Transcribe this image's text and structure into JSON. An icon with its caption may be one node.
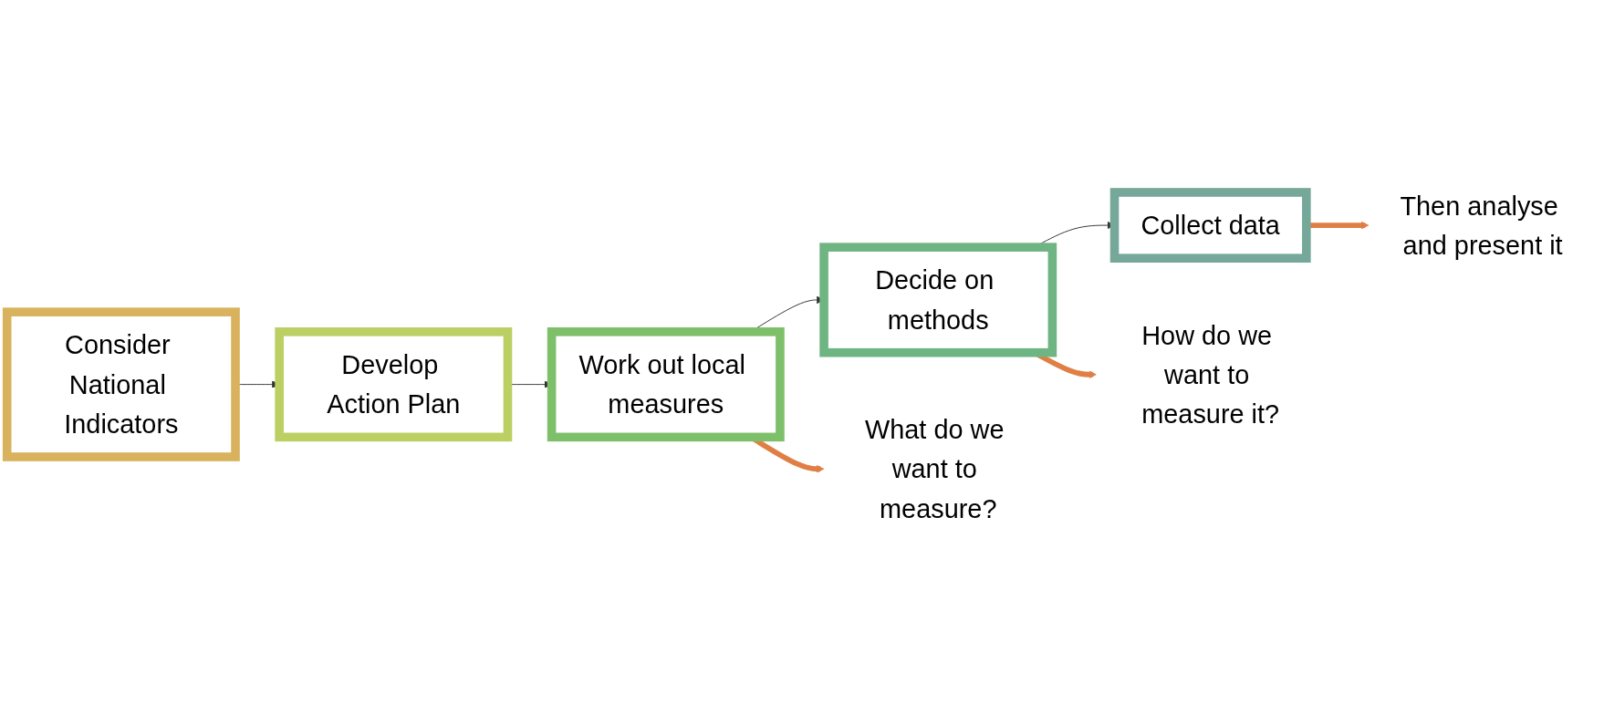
{
  "diagram": {
    "nodes": [
      {
        "text": [
          "Consider National Indicators"
        ]
      },
      {
        "text": [
          "Develop Action Plan"
        ]
      },
      {
        "text": [
          "Work out local measures"
        ]
      },
      {
        "text": [
          "Decide on methods"
        ]
      },
      {
        "text": [
          "Collect data"
        ]
      },
      {
        "text": [
          "What do we want to measure?"
        ]
      },
      {
        "text": [
          "How do we want to measure it?"
        ]
      },
      {
        "text": [
          "Then analyse and present it"
        ]
      }
    ],
    "edges": [
      {
        "from": 0,
        "to": 1,
        "arrow": "to"
      },
      {
        "from": 1,
        "to": 2,
        "arrow": "to"
      },
      {
        "from": 2,
        "to": 3,
        "arrow": "to"
      },
      {
        "from": 3,
        "to": 4,
        "arrow": "to"
      },
      {
        "from": 2,
        "to": 5,
        "arrow": "to",
        "style": "thick",
        "color": "#e07f45"
      },
      {
        "from": 3,
        "to": 6,
        "arrow": "to",
        "style": "thick",
        "color": "#e07f45"
      },
      {
        "from": 4,
        "to": 7,
        "arrow": "to",
        "style": "thick",
        "color": "#e07f45"
      }
    ]
  }
}
